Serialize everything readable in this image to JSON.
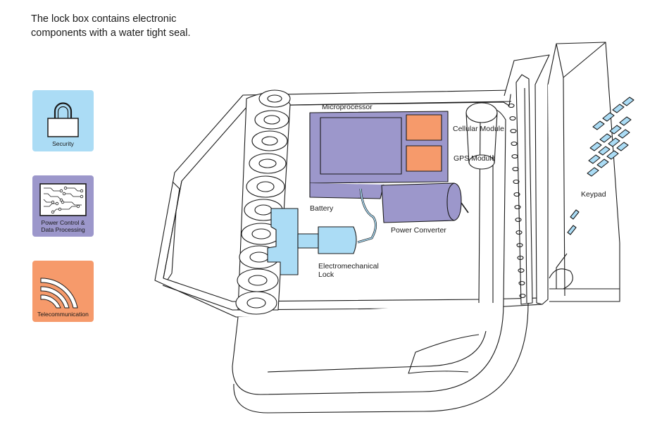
{
  "intro": {
    "line1": "The lock box contains electronic",
    "line2": "components with a water tight seal."
  },
  "legend": [
    {
      "label": "Security",
      "icon": "padlock-icon",
      "color": "#abdcf5"
    },
    {
      "label_line1": "Power Control &",
      "label_line2": "Data Processing",
      "icon": "circuit-board-icon",
      "color": "#9c97cb"
    },
    {
      "label": "Telecommunication",
      "icon": "signal-waves-icon",
      "color": "#f69a6b"
    }
  ],
  "callouts": {
    "microprocessor": "Microprocessor",
    "cellular_module": "Cellular Module",
    "gps_module": "GPS Module",
    "keypad": "Keypad",
    "battery": "Battery",
    "power_converter": "Power Converter",
    "lock_line1": "Electromechanical",
    "lock_line2": "Lock"
  },
  "colors": {
    "security": "#abdcf5",
    "processing": "#9c97cb",
    "telecom": "#f69a6b",
    "outline": "#1a1a1a"
  }
}
